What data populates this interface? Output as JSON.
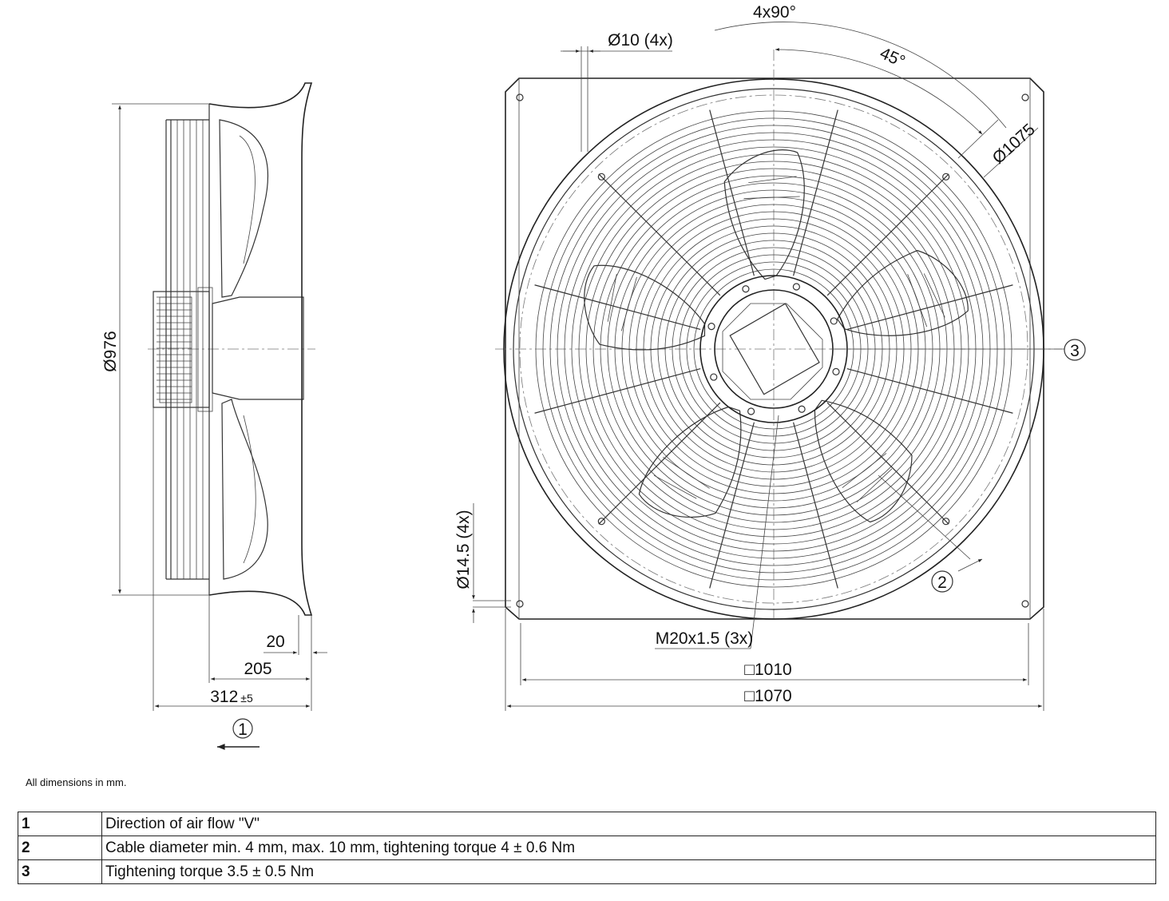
{
  "dimensions": {
    "angle_total": "4x90°",
    "angle_half": "45°",
    "hole_corner": "Ø10 (4x)",
    "hole_flange": "Ø14.5 (4x)",
    "bolt_circle": "Ø1075",
    "side_diameter": "Ø976",
    "depth_20": "20",
    "depth_205": "205",
    "depth_312": "312",
    "depth_312_tol": "±5",
    "cable_gland": "M20x1.5 (3x)",
    "square_1010": "□1010",
    "square_1070": "□1070"
  },
  "callouts": [
    "1",
    "2",
    "3"
  ],
  "note": "All dimensions in mm.",
  "legend": [
    {
      "num": "1",
      "text": "Direction of air flow \"V\""
    },
    {
      "num": "2",
      "text": "Cable diameter min. 4 mm, max. 10 mm, tightening torque 4 ± 0.6 Nm"
    },
    {
      "num": "3",
      "text": "Tightening torque 3.5 ± 0.5 Nm"
    }
  ]
}
